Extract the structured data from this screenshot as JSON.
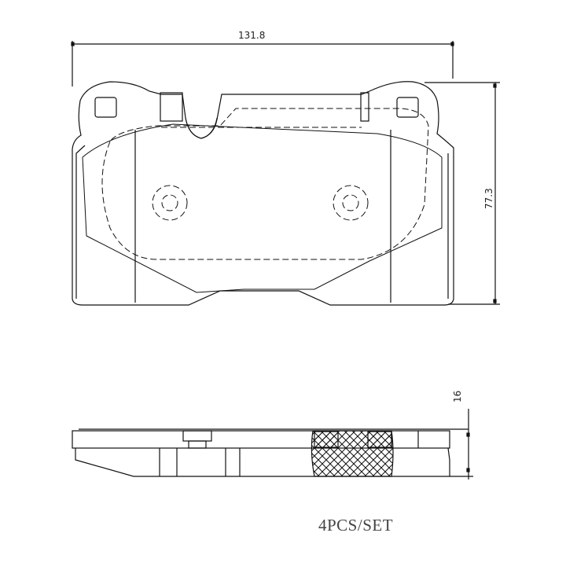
{
  "drawing": {
    "title": "Brake pad technical drawing",
    "views": [
      "front-view",
      "side-view"
    ],
    "line_color": "#111111",
    "background": "#ffffff"
  },
  "dimensions": {
    "width": "131.8",
    "height": "77.3",
    "thickness": "16"
  },
  "caption": {
    "text": "4PCS/SET"
  }
}
